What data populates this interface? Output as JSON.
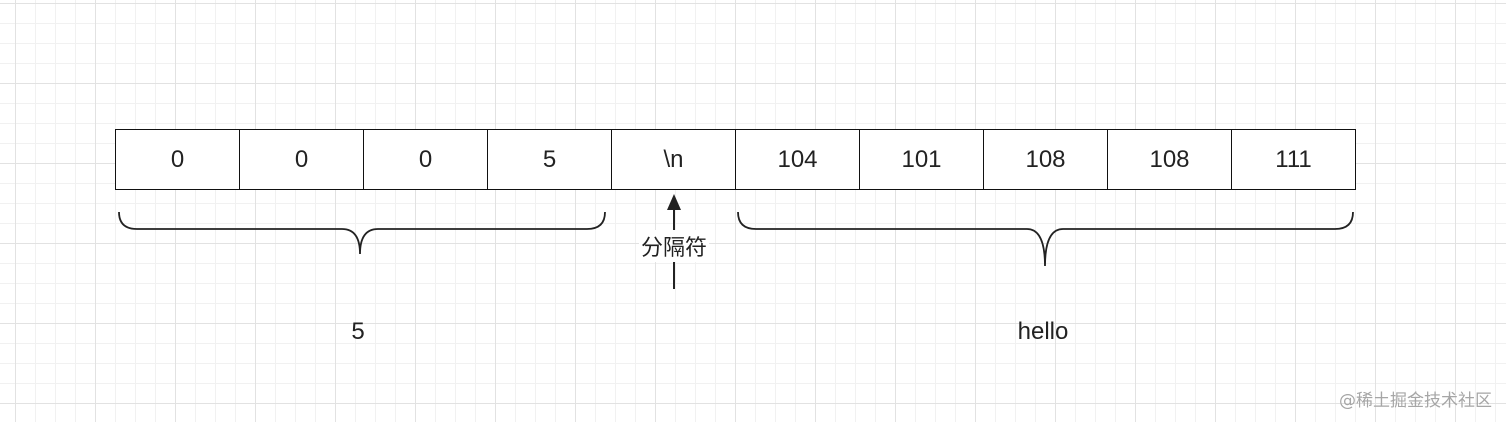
{
  "cells": [
    "0",
    "0",
    "0",
    "5",
    "\\n",
    "104",
    "101",
    "108",
    "108",
    "111"
  ],
  "separator_label": "分隔符",
  "length_label": "5",
  "payload_label": "hello",
  "watermark": "@稀土掘金技术社区"
}
